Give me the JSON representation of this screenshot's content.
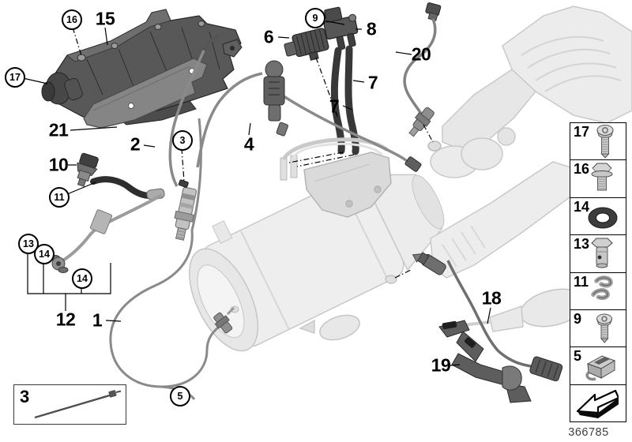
{
  "figure": {
    "drawing_number": "366785"
  },
  "colors": {
    "outline": "#000000",
    "part_dark": "#4c4c4c",
    "part_mid": "#8e8e8e",
    "ghost_fill": "#ebebeb",
    "ghost_stroke": "#c7c7c7"
  },
  "callouts": {
    "circled": [
      {
        "label": "17"
      },
      {
        "label": "16"
      },
      {
        "label": "9"
      },
      {
        "label": "3"
      },
      {
        "label": "11"
      },
      {
        "label": "13"
      },
      {
        "label": "14"
      },
      {
        "label": "14"
      },
      {
        "label": "5"
      }
    ],
    "plain": [
      {
        "label": "15"
      },
      {
        "label": "21"
      },
      {
        "label": "2"
      },
      {
        "label": "6"
      },
      {
        "label": "8"
      },
      {
        "label": "20"
      },
      {
        "label": "7"
      },
      {
        "label": "7"
      },
      {
        "label": "4"
      },
      {
        "label": "10"
      },
      {
        "label": "12"
      },
      {
        "label": "1"
      },
      {
        "label": "18"
      },
      {
        "label": "19"
      }
    ]
  },
  "legend": {
    "items": [
      {
        "label": "17",
        "icon": "torx-screw-icon"
      },
      {
        "label": "16",
        "icon": "hex-bolt-icon"
      },
      {
        "label": "14",
        "icon": "seal-ring-icon"
      },
      {
        "label": "13",
        "icon": "banjo-bolt-icon"
      },
      {
        "label": "11",
        "icon": "clip-icon"
      },
      {
        "label": "9",
        "icon": "torx-screw-icon"
      },
      {
        "label": "5",
        "icon": "cage-nut-icon"
      }
    ],
    "footer_icon": "direction-arrow-icon"
  },
  "inset": {
    "label": "3",
    "icon": "cable-tie-icon"
  }
}
